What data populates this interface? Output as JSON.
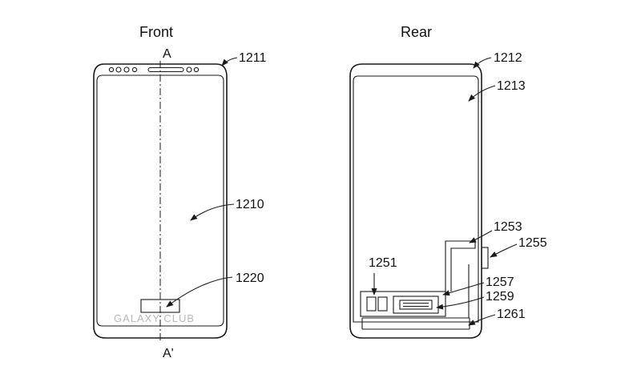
{
  "front": {
    "heading": "Front",
    "section_top": "A",
    "section_bottom": "A'",
    "ref_body": "1211",
    "ref_display": "1210",
    "ref_sensor": "1220"
  },
  "rear": {
    "heading": "Rear",
    "ref_body": "1212",
    "ref_back": "1213",
    "ref_1253": "1253",
    "ref_1255": "1255",
    "ref_1251": "1251",
    "ref_1257": "1257",
    "ref_1259": "1259",
    "ref_1261": "1261"
  },
  "watermark": "GALAXY CLUB",
  "colors": {
    "line": "#1a1a1a",
    "background": "#ffffff",
    "watermark": "#b8b8b8"
  }
}
